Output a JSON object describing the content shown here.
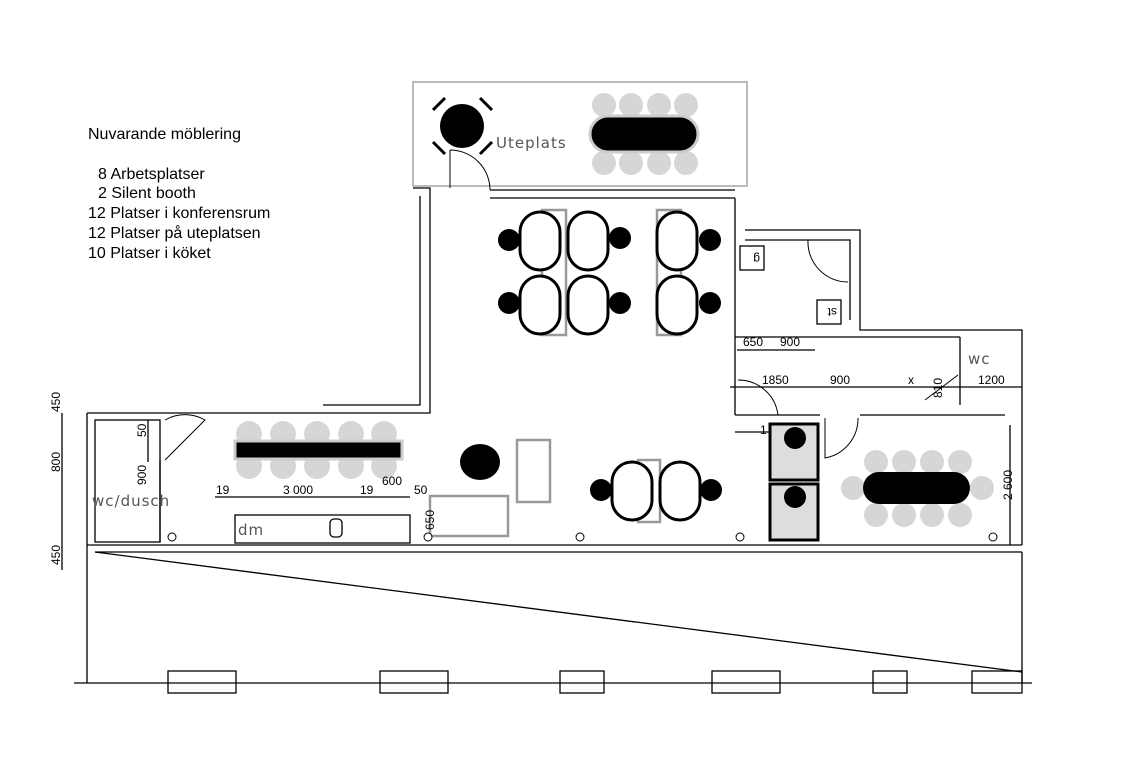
{
  "legend": {
    "title": "Nuvarande möblering",
    "items": [
      "8 Arbetsplatser",
      "2 Silent booth",
      "12 Platser i konferensrum",
      "12 Platser på uteplatsen",
      "10 Platser i köket"
    ]
  },
  "rooms": {
    "patio": "Uteplats",
    "wc_shower": "wc/dusch",
    "wc": "wc",
    "dishwasher": "dm",
    "g": "g",
    "st": "st"
  },
  "dimensions": {
    "d650": "650",
    "d900a": "900",
    "d1850": "1850",
    "d900b": "900",
    "dx": "x",
    "d810": "810",
    "d1200": "1200",
    "d1": "1",
    "d2600": "2 600",
    "d450a": "450",
    "d800": "800",
    "d450b": "450",
    "d50a": "50",
    "d900c": "900",
    "d19a": "19",
    "d3000": "3 000",
    "d19b": "19",
    "d600": "600",
    "d50b": "50",
    "d650b": "650"
  }
}
